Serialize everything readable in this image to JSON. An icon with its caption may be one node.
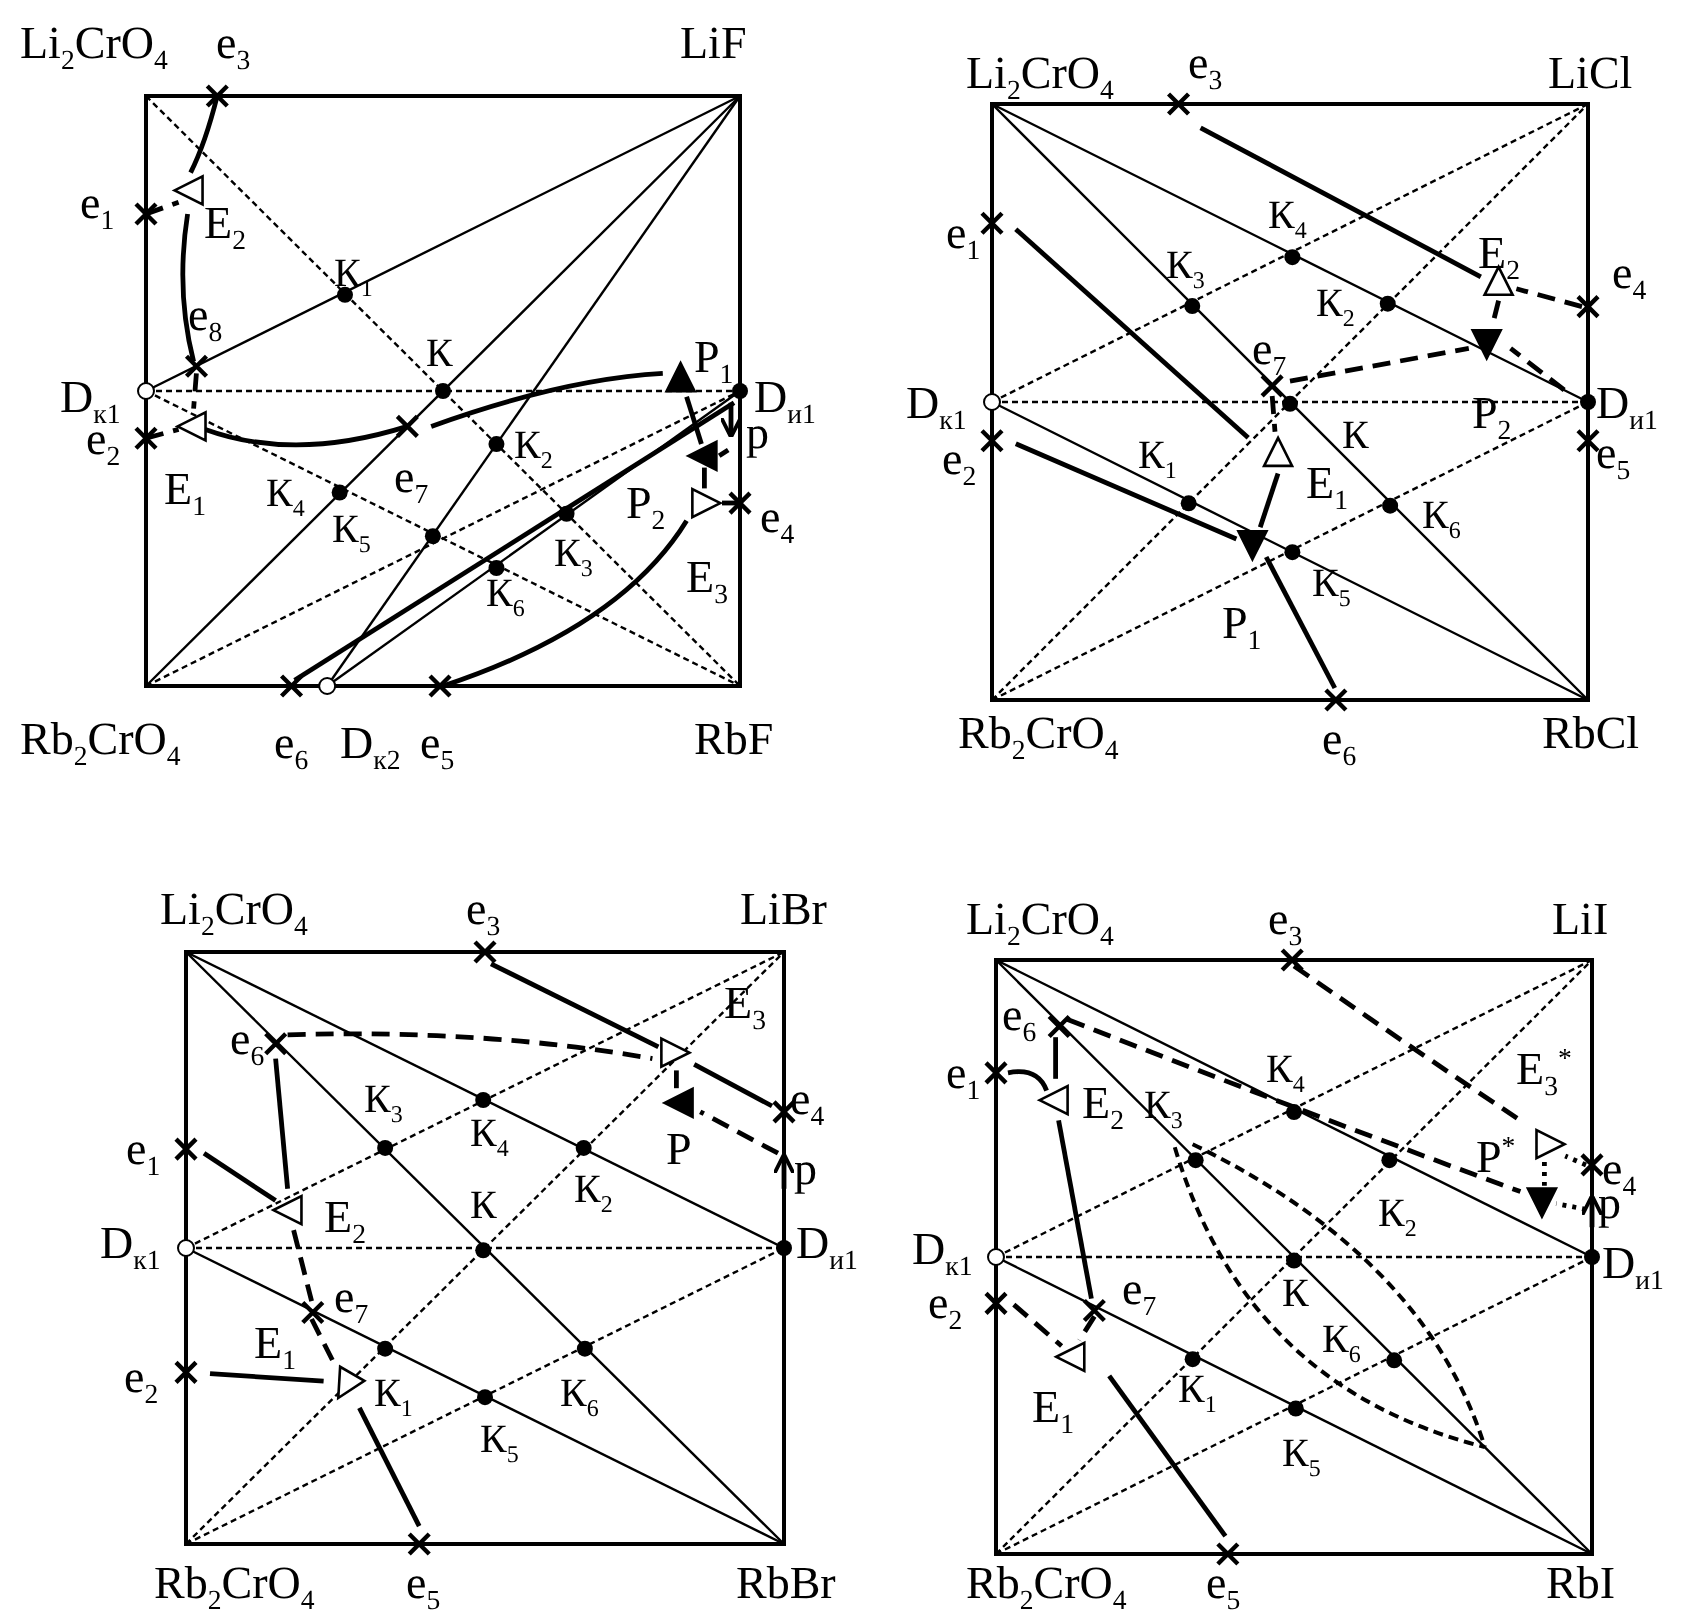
{
  "diagram": {
    "labels": [
      "Li$_{2}$CrO$_{4}$",
      "e$_{3}$",
      "LiF",
      "e$_{1}$",
      "E$_{2}$",
      "К$_{1}$",
      "e$_{8}$",
      "К",
      "P$_{1}$",
      "D$_{к1}$",
      "D$_{и1}$",
      "e$_{2}$",
      "К$_{2}$",
      "p",
      "E$_{1}$",
      "К$_{4}$",
      "К$_{5}$",
      "e$_{7}$",
      "P$_{2}$",
      "e$_{4}$",
      "К$_{6}$",
      "К$_{3}$",
      "E$_{3}$",
      "Rb$_{2}$CrO$_{4}$",
      "e$_{6}$",
      "D$_{к2}$",
      "e$_{5}$",
      "RbF",
      "Li$_{2}$CrO$_{4}$",
      "e$_{3}$",
      "LiCl",
      "e$_{1}$",
      "К$_{3}$",
      "К$_{4}$",
      "E$_{2}$",
      "e$_{4}$",
      "К$_{2}$",
      "e$_{7}$",
      "D$_{к1}$",
      "P$_{2}$",
      "D$_{и1}$",
      "К",
      "e$_{2}$",
      "К$_{1}$",
      "E$_{1}$",
      "e$_{5}$",
      "К$_{6}$",
      "P$_{1}$",
      "К$_{5}$",
      "Rb$_{2}$CrO$_{4}$",
      "e$_{6}$",
      "RbCl",
      "Li$_{2}$CrO$_{4}$",
      "e$_{3}$",
      "LiBr",
      "E$_{3}$",
      "e$_{6}$",
      "К$_{3}$",
      "К$_{4}$",
      "e$_{4}$",
      "e$_{1}$",
      "P",
      "К$_{2}$",
      "p",
      "E$_{2}$",
      "К",
      "D$_{к1}$",
      "D$_{и1}$",
      "e$_{7}$",
      "E$_{1}$",
      "e$_{2}$",
      "К$_{1}$",
      "К$_{6}$",
      "К$_{5}$",
      "Rb$_{2}$CrO$_{4}$",
      "e$_{5}$",
      "RbBr",
      "Li$_{2}$CrO$_{4}$",
      "e$_{3}$",
      "LiI",
      "e$_{6}$",
      "e$_{1}$",
      "К$_{4}$",
      "E$_{3}$$^{*}$",
      "E$_{2}$",
      "К$_{3}$",
      "P$^{*}$",
      "e$_{4}$",
      "К$_{2}$",
      "p",
      "D$_{к1}$",
      "D$_{и1}$",
      "К",
      "e$_{2}$",
      "e$_{7}$",
      "К$_{6}$",
      "E$_{1}$",
      "К$_{1}$",
      "К$_{5}$",
      "Rb$_{2}$CrO$_{4}$",
      "e$_{5}$",
      "RbI"
    ]
  }
}
